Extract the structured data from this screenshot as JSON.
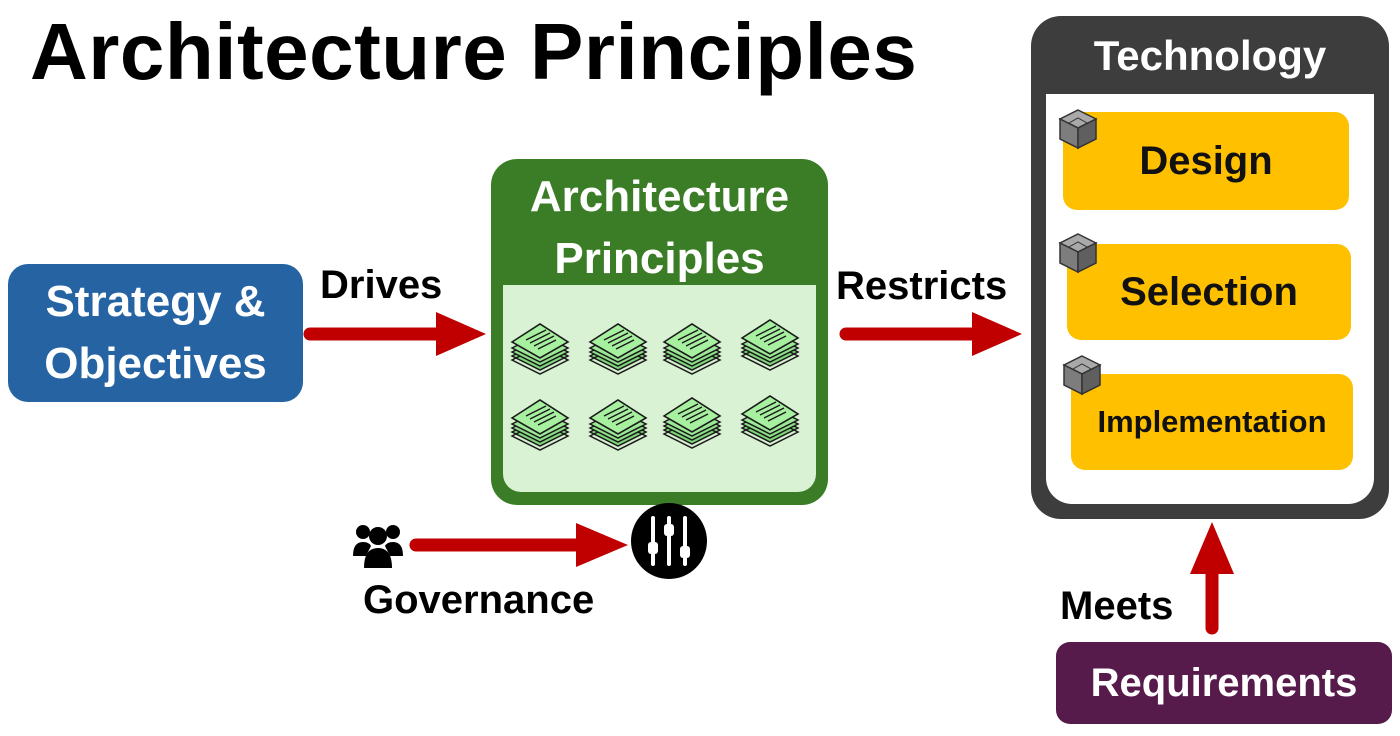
{
  "title": "Architecture Principles",
  "nodes": {
    "strategy": {
      "line1": "Strategy &",
      "line2": "Objectives"
    },
    "principles": {
      "line1": "Architecture",
      "line2": "Principles"
    },
    "technology": {
      "title": "Technology",
      "items": [
        "Design",
        "Selection",
        "Implementation"
      ]
    },
    "requirements": "Requirements"
  },
  "edges": {
    "drives": "Drives",
    "restricts": "Restricts",
    "governance": "Governance",
    "meets": "Meets"
  },
  "icons": {
    "principle_docs": "document-stack-icon",
    "governance_people": "people-group-icon",
    "governance_controls": "sliders-icon",
    "technology_items": "cube-icon"
  },
  "colors": {
    "strategy": "#2563a3",
    "principles_frame": "#3a7d26",
    "principles_fill": "#d9f2d3",
    "technology_frame": "#3d3d3d",
    "technology_items": "#ffc000",
    "requirements": "#561a4b",
    "arrows": "#c00000"
  }
}
